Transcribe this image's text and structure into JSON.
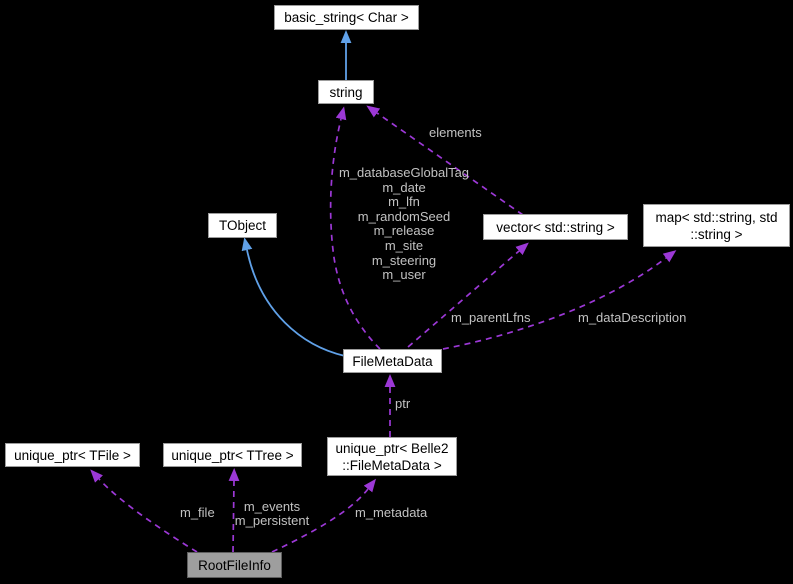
{
  "colors": {
    "background": "#000000",
    "node_fill": "#ffffff",
    "node_border": "#9c9c9c",
    "node_text": "#000000",
    "selected_node_fill": "#9e9e9e",
    "selected_node_border": "#5f5f5f",
    "inheritance_edge": "#60a1e8",
    "usage_edge": "#9c38d6",
    "edge_label_text": "#c2c2c2"
  },
  "nodes": {
    "basic_string": {
      "label": "basic_string< Char >"
    },
    "string": {
      "label": "string"
    },
    "tobject": {
      "label": "TObject"
    },
    "vector": {
      "label": "vector< std::string >"
    },
    "map": {
      "line1": "map< std::string, std",
      "line2": "::string >"
    },
    "filemetadata": {
      "label": "FileMetaData"
    },
    "unique_ptr_tfile": {
      "label": "unique_ptr< TFile >"
    },
    "unique_ptr_ttree": {
      "label": "unique_ptr< TTree >"
    },
    "unique_ptr_filemetadata": {
      "line1": "unique_ptr< Belle2",
      "line2": "::FileMetaData >"
    },
    "rootfileinfo": {
      "label": "RootFileInfo"
    }
  },
  "edge_labels": {
    "elements": "elements",
    "filemetadata_string_fields": [
      "m_databaseGlobalTag",
      "m_date",
      "m_lfn",
      "m_randomSeed",
      "m_release",
      "m_site",
      "m_steering",
      "m_user"
    ],
    "m_parent_lfns": "m_parentLfns",
    "m_data_description": "m_dataDescription",
    "ptr": "ptr",
    "m_file": "m_file",
    "m_events_persistent": [
      "m_events",
      "m_persistent"
    ],
    "m_metadata": "m_metadata"
  }
}
